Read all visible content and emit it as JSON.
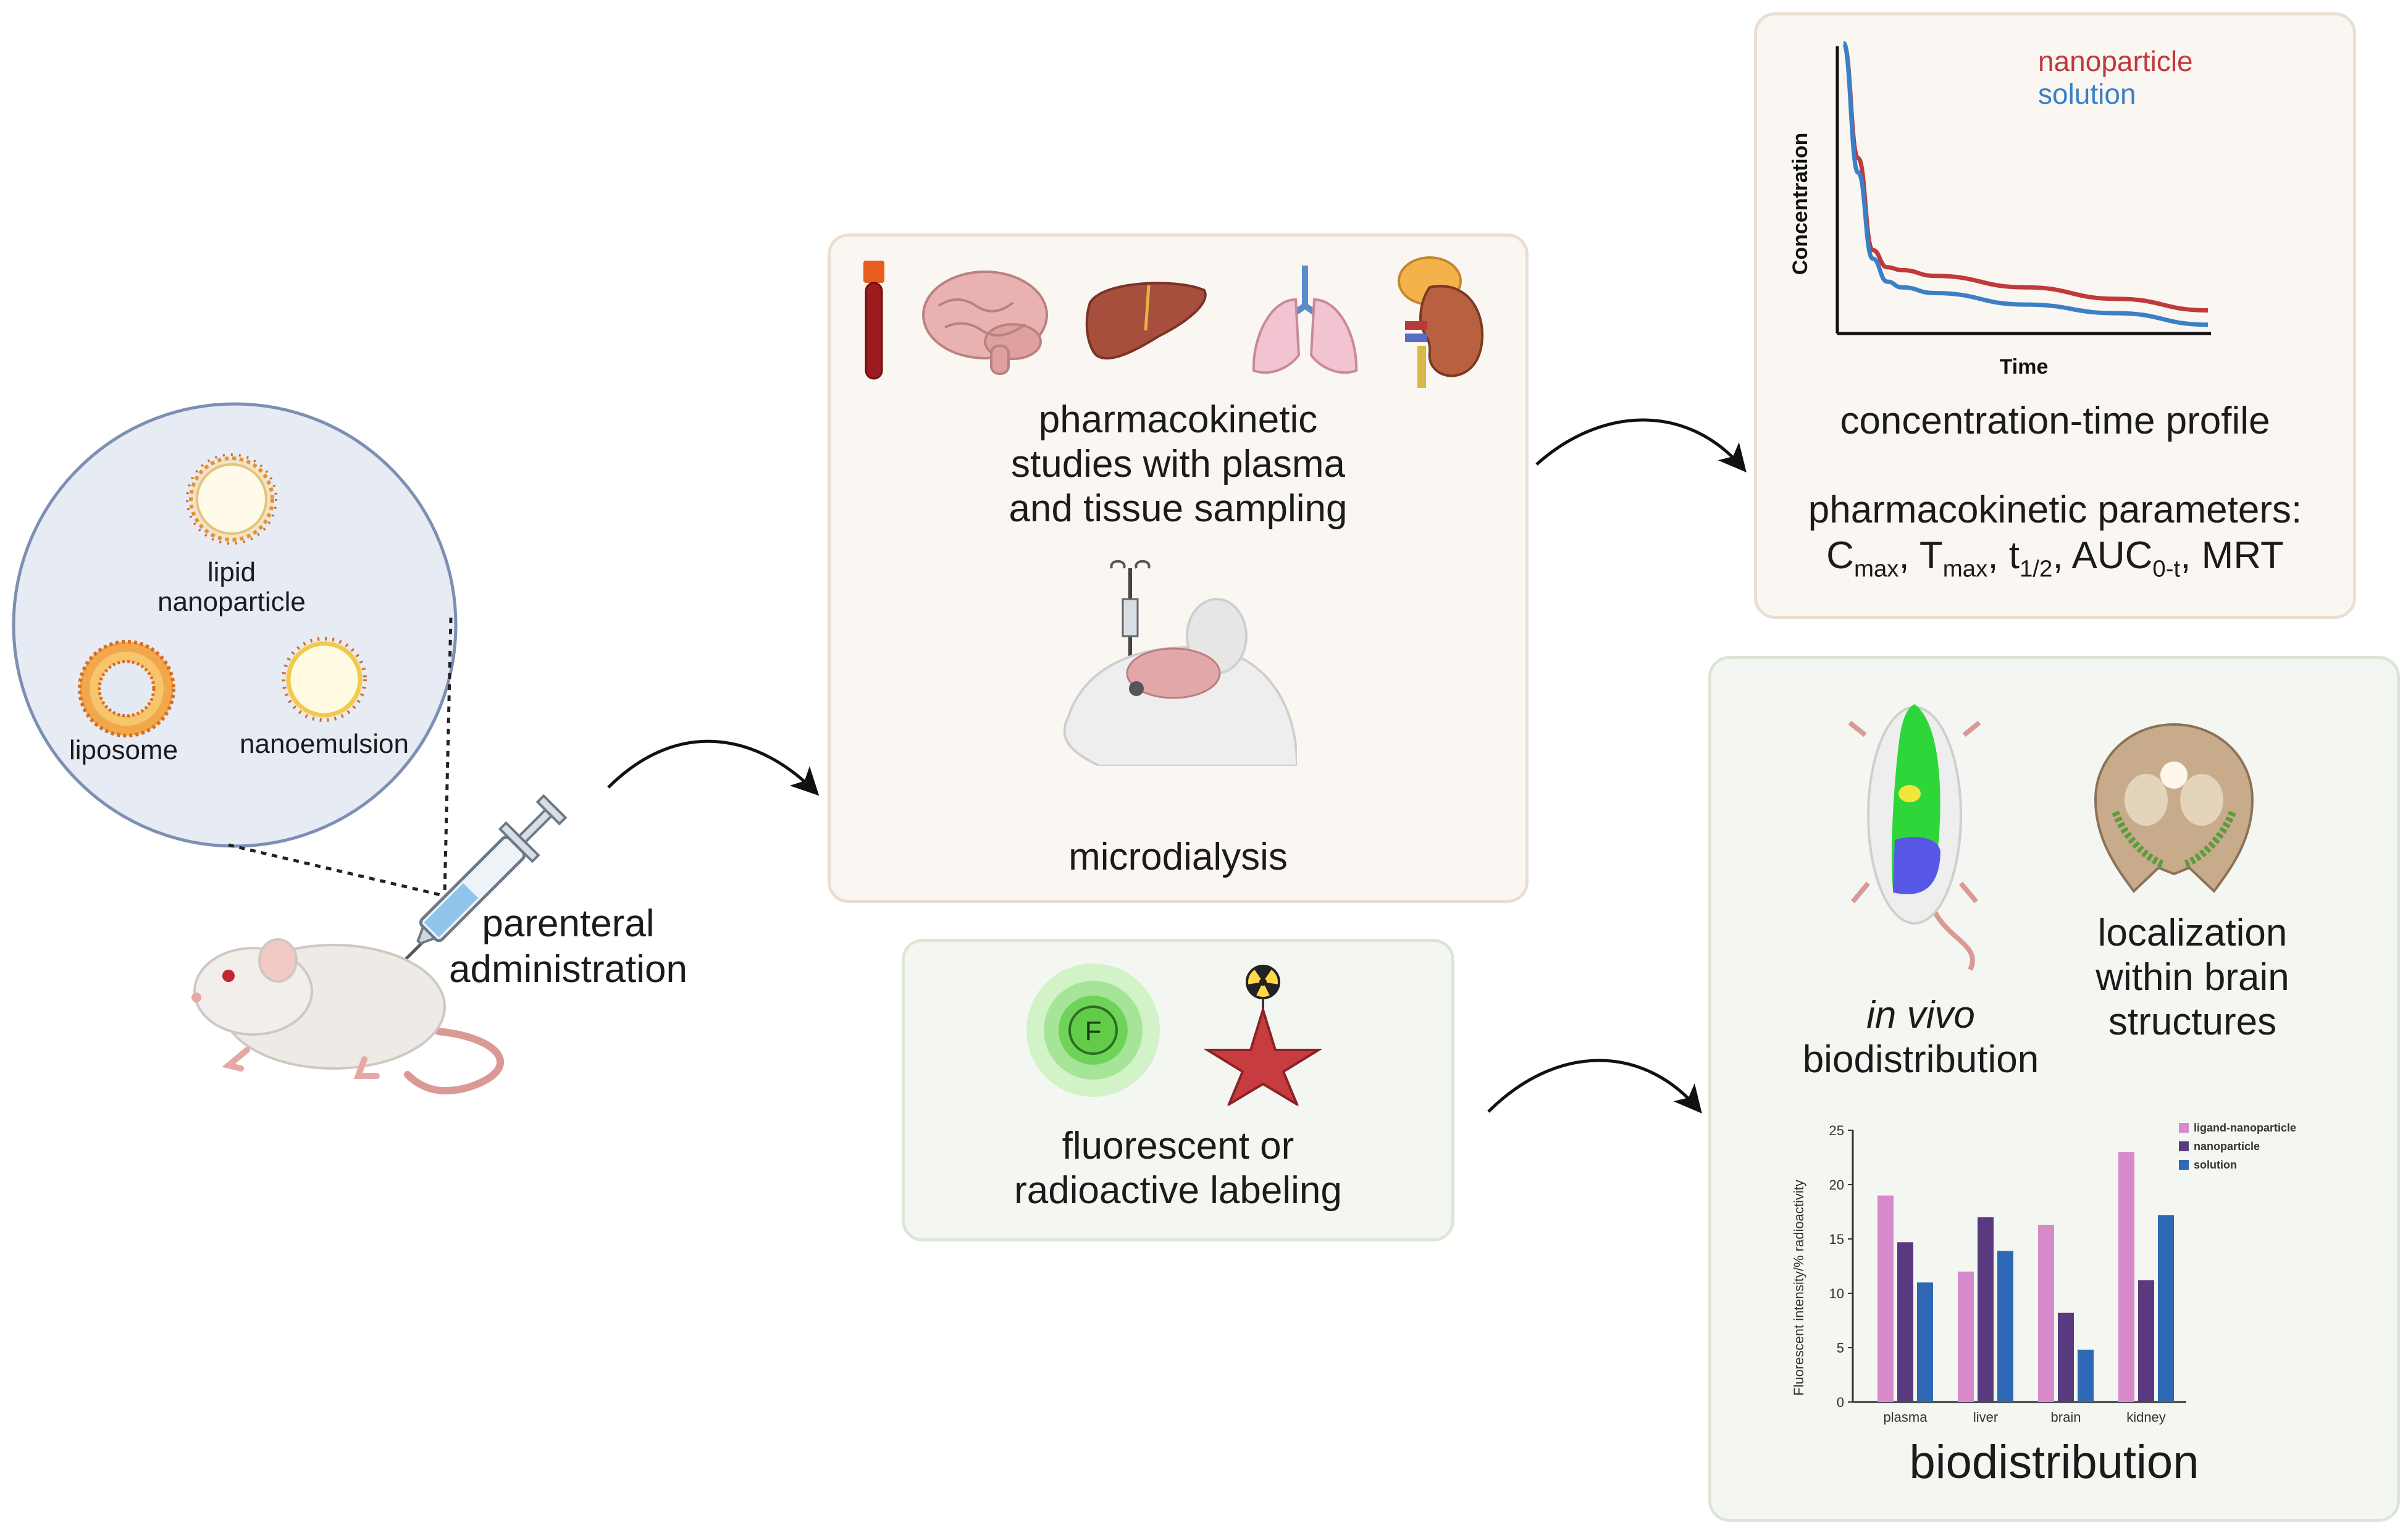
{
  "nanocarriers": {
    "lipid_nanoparticle_line1": "lipid",
    "lipid_nanoparticle_line2": "nanoparticle",
    "liposome": "liposome",
    "nanoemulsion": "nanoemulsion"
  },
  "administration": {
    "line1": "parenteral",
    "line2": "administration"
  },
  "pk_panel": {
    "line1": "pharmacokinetic",
    "line2": "studies with plasma",
    "line3": "and tissue sampling",
    "microdialysis": "microdialysis"
  },
  "labeling_panel": {
    "fluor_symbol": "F",
    "line1": "fluorescent or",
    "line2": "radioactive labeling"
  },
  "profile_panel": {
    "caption": "concentration-time profile",
    "params_title": "pharmacokinetic parameters:",
    "p_c": "C",
    "p_c_sub": "max",
    "p_t": ", T",
    "p_t_sub": "max",
    "p_half": ", t",
    "p_half_sub": "1/2",
    "p_auc": ", AUC",
    "p_auc_sub": "0-t",
    "p_mrt": ", MRT"
  },
  "bio_panel": {
    "in_vivo": "in vivo",
    "biodistribution_line": "biodistribution",
    "loc_line1": "localization",
    "loc_line2": "within brain",
    "loc_line3": "structures",
    "title": "biodistribution"
  },
  "colors": {
    "nanoparticle": "#c0393b",
    "solution": "#3b7fc4",
    "ligand_nanoparticle": "#d889cc",
    "nanoparticle_bar": "#5a3a7e",
    "solution_bar": "#2f68b4"
  },
  "chart_data": [
    {
      "type": "line",
      "xlabel": "Time",
      "ylabel": "Concentration",
      "series": [
        {
          "name": "nanoparticle",
          "x": [
            0,
            0.04,
            0.08,
            0.12,
            0.16,
            0.25,
            0.5,
            0.75,
            1.0
          ],
          "values": [
            100,
            60,
            28,
            22,
            21,
            19,
            15,
            11,
            7
          ]
        },
        {
          "name": "solution",
          "x": [
            0,
            0.04,
            0.08,
            0.12,
            0.16,
            0.25,
            0.5,
            0.75,
            1.0
          ],
          "values": [
            100,
            55,
            25,
            17,
            15,
            13,
            9,
            6,
            2
          ]
        }
      ]
    },
    {
      "type": "bar",
      "ylabel": "Fluorescent intensity/% radioactivity",
      "ylim": [
        0,
        25
      ],
      "yticks": [
        "0",
        "5",
        "10",
        "15",
        "20",
        "25"
      ],
      "categories": [
        "plasma",
        "liver",
        "brain",
        "kidney"
      ],
      "series": [
        {
          "name": "ligand-nanoparticle",
          "values": [
            19,
            12,
            16.3,
            23
          ]
        },
        {
          "name": "nanoparticle",
          "values": [
            14.7,
            17,
            8.2,
            11.2
          ]
        },
        {
          "name": "solution",
          "values": [
            11,
            13.9,
            4.8,
            17.2
          ]
        }
      ]
    }
  ]
}
